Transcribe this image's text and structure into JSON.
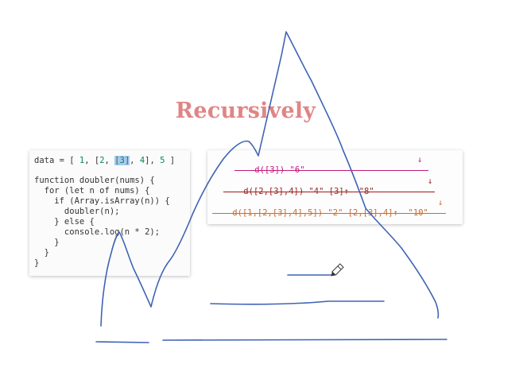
{
  "title": "Recursively",
  "code": {
    "data_line": {
      "prefix": "data = [ ",
      "one": "1",
      "sep1": ", [",
      "two": "2",
      "sep2": ", ",
      "three_highlight": "[3]",
      "sep3": ", ",
      "four": "4",
      "sep4": "], ",
      "five": "5",
      "suffix": " ]"
    },
    "lines": [
      "function doubler(nums) {",
      "  for (let n of nums) {",
      "    if (Array.isArray(n)) {",
      "      doubler(n);",
      "    } else {",
      "      console.log(n * 2);",
      "    }",
      "  }",
      "}"
    ]
  },
  "trace": {
    "row1": {
      "call": "d([3]) \"6\"",
      "arrow": "↓"
    },
    "row2": {
      "call": "d([2,[3],4]) \"4\" [3]↑  \"8\"",
      "arrow": "↓"
    },
    "row3": {
      "call": "d([1,[2,[3],4],5]) \"2\" [2,[3],4]↑  \"10\"",
      "arrow": "↓"
    }
  },
  "colors": {
    "title": "#e08585",
    "row1": "#c2187b",
    "row2": "#9b1c1c",
    "row3": "#cc6a2e",
    "ink": "#3f63b5",
    "highlight": "#a9c7ef"
  },
  "icons": [
    "pencil-cursor-icon"
  ]
}
